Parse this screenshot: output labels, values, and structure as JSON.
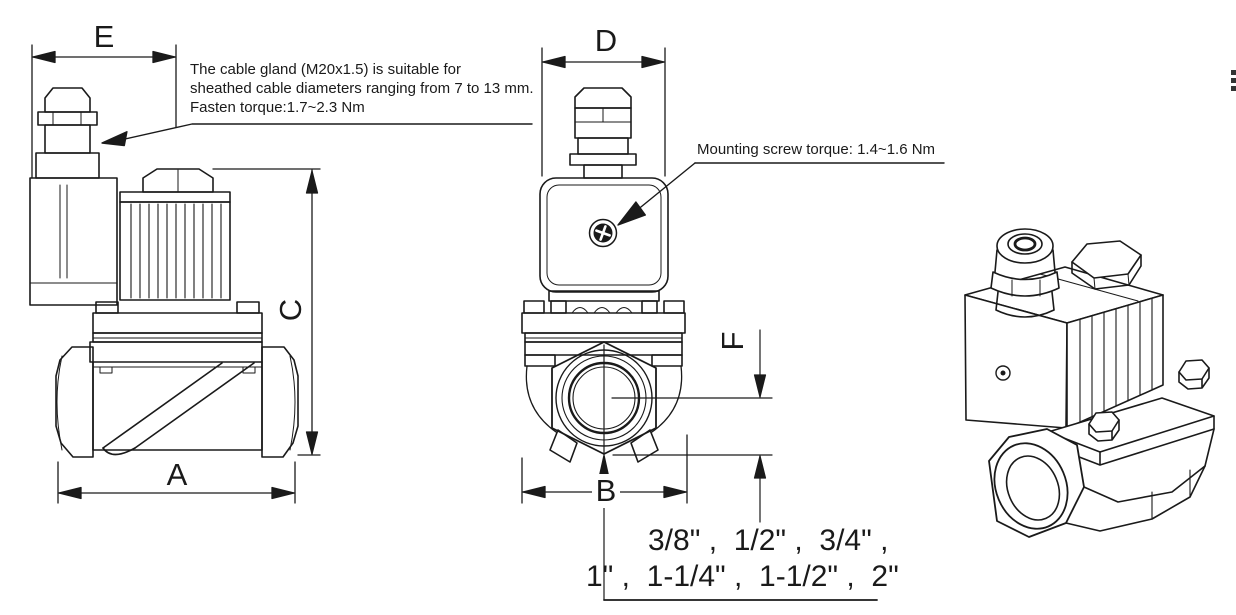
{
  "drawing": {
    "dim_labels": {
      "a": "A",
      "b": "B",
      "c": "C",
      "d": "D",
      "e": "E",
      "f": "F"
    },
    "notes": {
      "cable_gland_line1": "The cable gland (M20x1.5) is suitable for",
      "cable_gland_line2": "sheathed cable diameters ranging from 7 to 13 mm.",
      "cable_gland_line3": "Fasten torque:1.7~2.3 Nm",
      "mounting_screw": "Mounting screw torque: 1.4~1.6 Nm"
    },
    "port_sizes": {
      "line1": "3/8\" ,  1/2\" ,  3/4\" ,",
      "line2": "1\" ,  1-1/4\" ,  1-1/2\" ,  2\""
    },
    "colors": {
      "line": "#1a1a1a",
      "background": "#ffffff"
    }
  }
}
